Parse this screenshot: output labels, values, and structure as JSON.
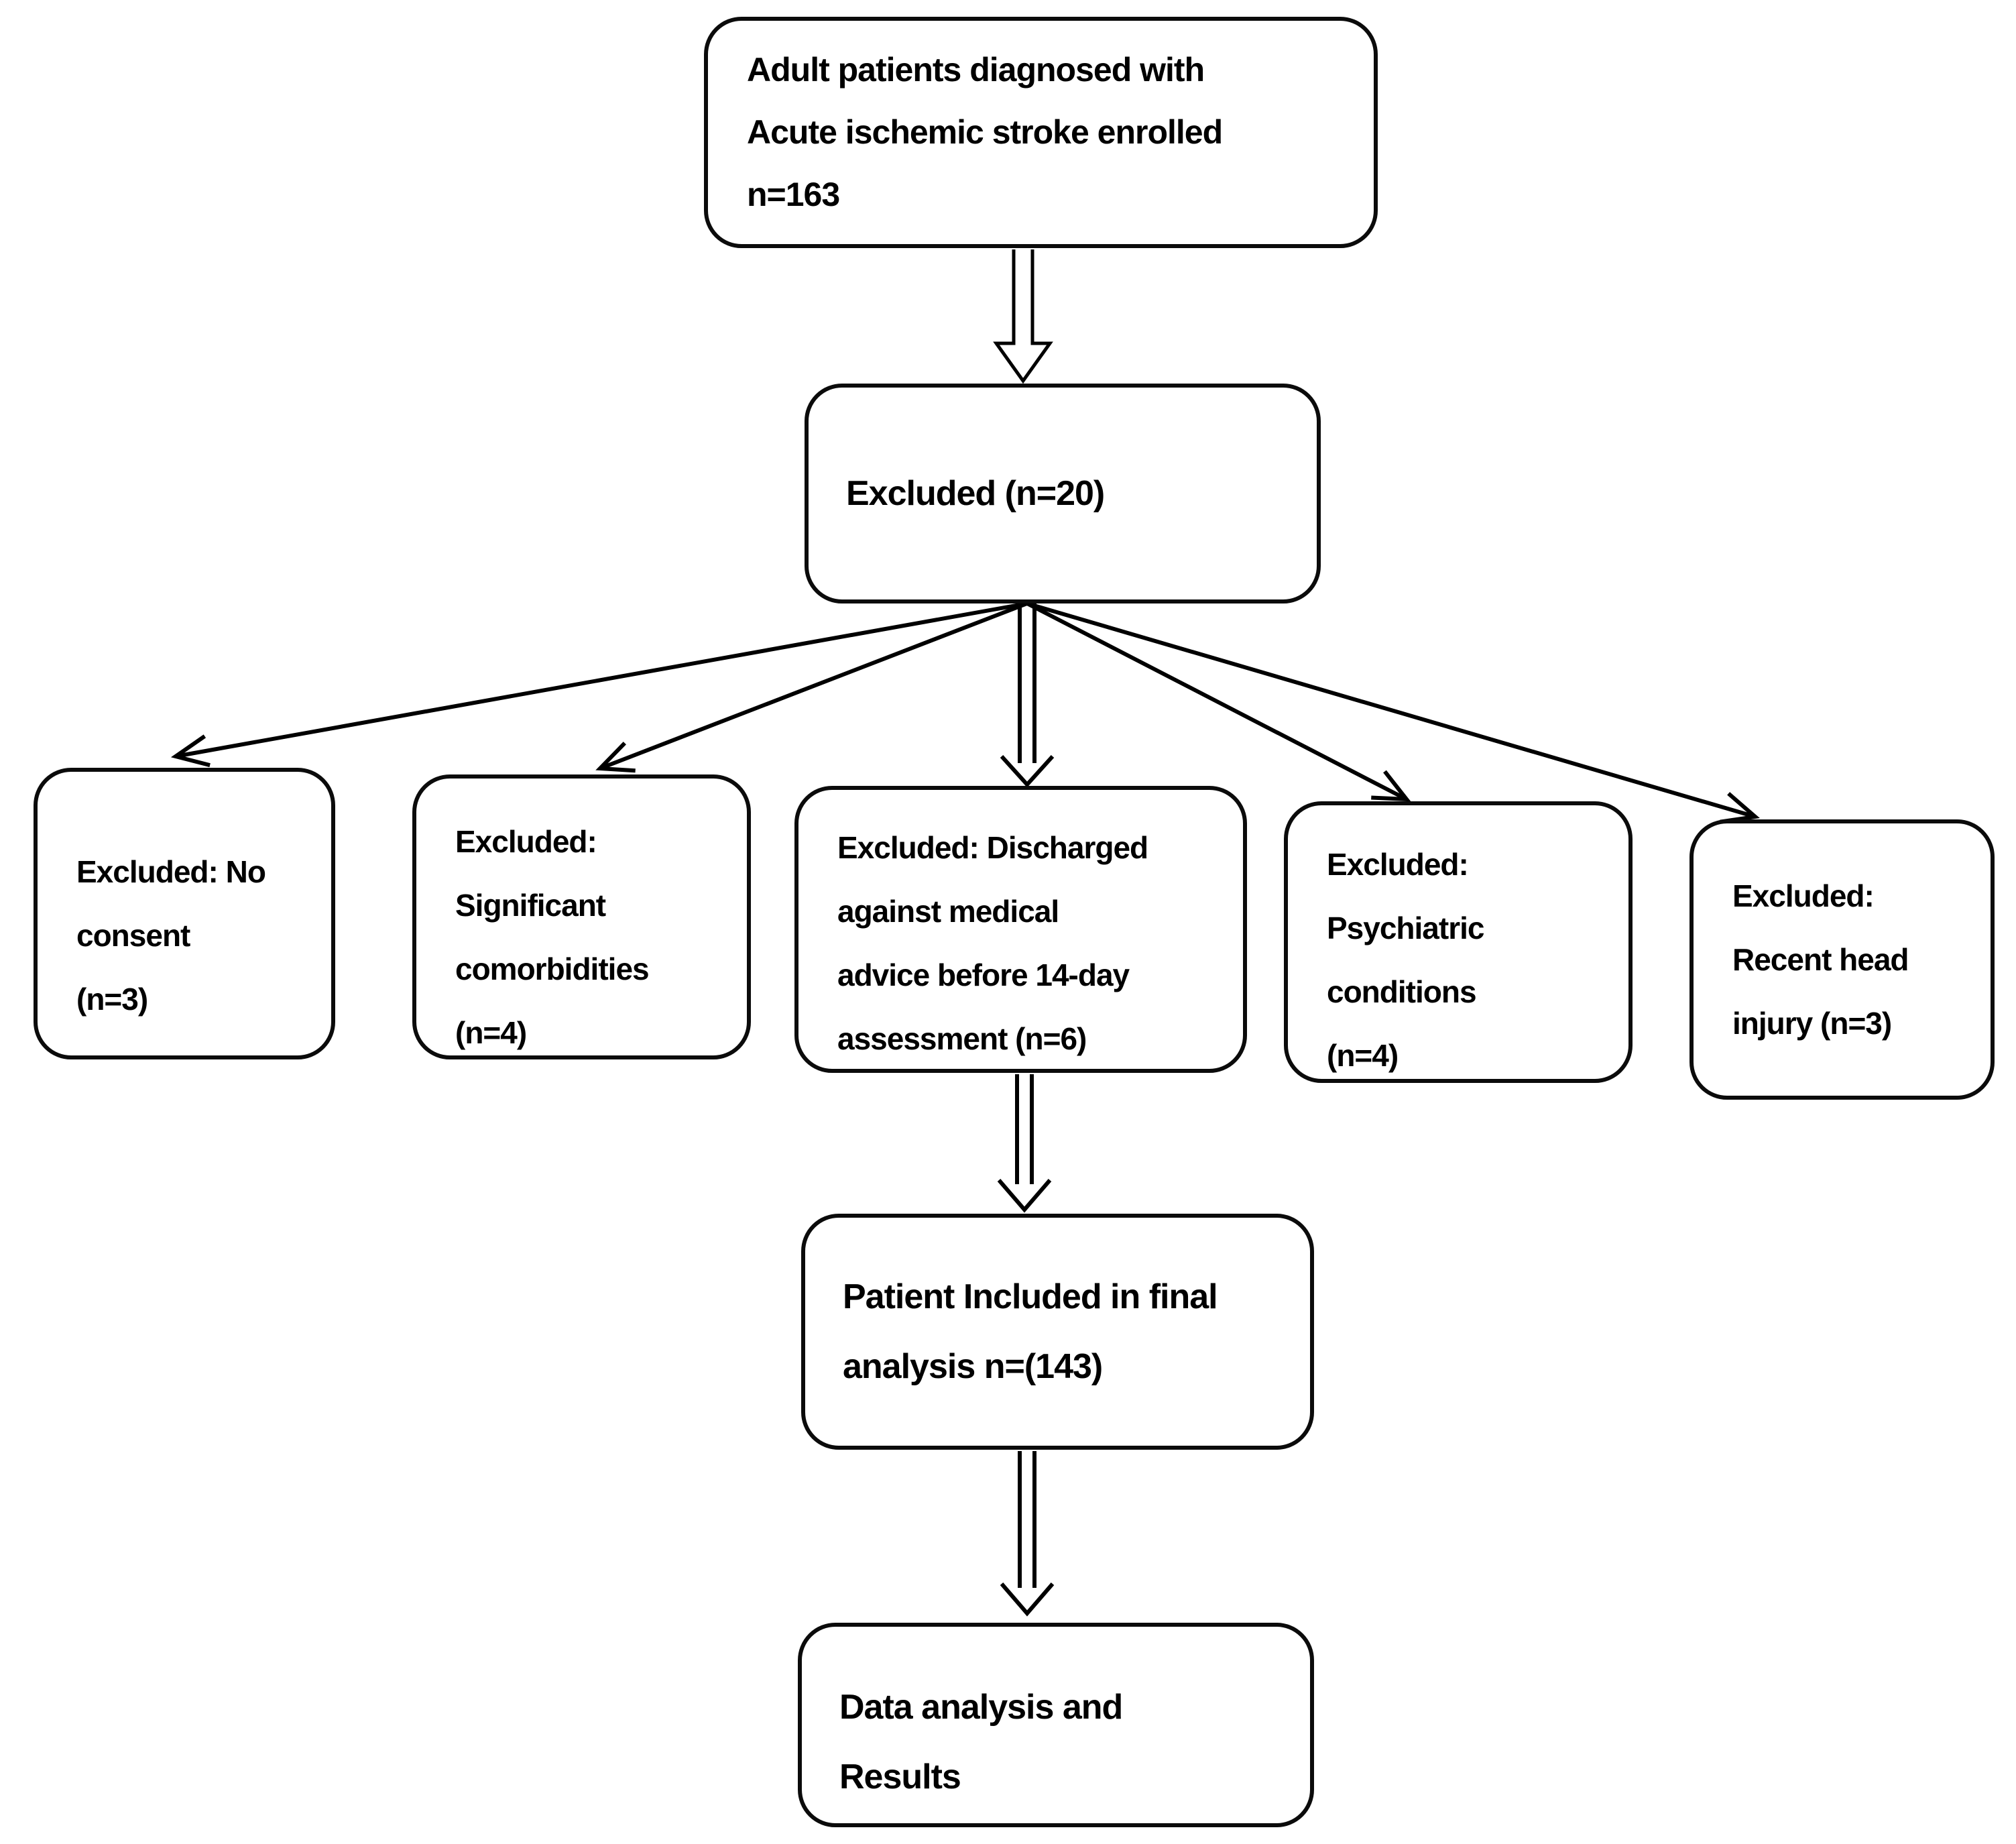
{
  "colors": {
    "background": "#ffffff",
    "stroke": "#000000",
    "text": "#000000"
  },
  "nodes": [
    {
      "id": "enrolled",
      "lines": [
        "Adult patients diagnosed with",
        "Acute ischemic stroke enrolled",
        "n=163"
      ]
    },
    {
      "id": "excluded",
      "lines": [
        "Excluded (n=20)"
      ]
    },
    {
      "id": "no-consent",
      "lines": [
        "Excluded: No",
        "consent",
        "(n=3)"
      ]
    },
    {
      "id": "comorbidities",
      "lines": [
        "Excluded:",
        "Significant",
        "comorbidities",
        "(n=4)"
      ]
    },
    {
      "id": "discharged",
      "lines": [
        "Excluded: Discharged",
        "against medical",
        "advice before 14-day",
        "assessment (n=6)"
      ]
    },
    {
      "id": "psychiatric",
      "lines": [
        "Excluded:",
        "Psychiatric",
        "conditions",
        "(n=4)"
      ]
    },
    {
      "id": "head-injury",
      "lines": [
        "Excluded:",
        "Recent head",
        "injury (n=3)"
      ]
    },
    {
      "id": "included",
      "lines": [
        "Patient Included in final",
        "analysis n=(143)"
      ]
    },
    {
      "id": "results",
      "lines": [
        "Data analysis and",
        "Results"
      ]
    }
  ],
  "edges": [
    {
      "from": "enrolled",
      "to": "excluded",
      "style": "block-arrow"
    },
    {
      "from": "excluded",
      "to": "no-consent",
      "style": "line-arrow"
    },
    {
      "from": "excluded",
      "to": "comorbidities",
      "style": "line-arrow"
    },
    {
      "from": "excluded",
      "to": "discharged",
      "style": "hollow-arrow"
    },
    {
      "from": "excluded",
      "to": "psychiatric",
      "style": "line-arrow"
    },
    {
      "from": "excluded",
      "to": "head-injury",
      "style": "line-arrow"
    },
    {
      "from": "discharged",
      "to": "included",
      "style": "hollow-arrow"
    },
    {
      "from": "included",
      "to": "results",
      "style": "hollow-arrow"
    }
  ]
}
